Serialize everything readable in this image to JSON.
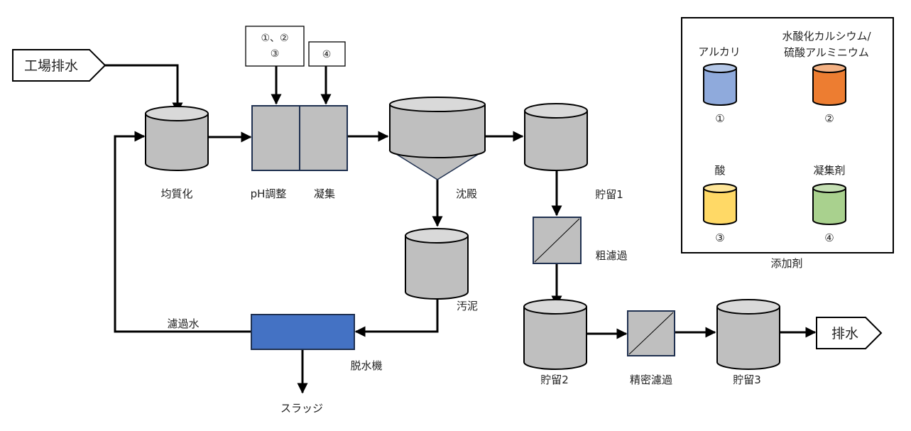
{
  "diagram": {
    "type": "process-flow",
    "title": "排水処理フロー",
    "colors": {
      "tank_fill": "#bfbfbf",
      "tank_top": "#d9d9d9",
      "dehydrator_fill": "#4472c4",
      "alkali": "#8faadc",
      "alkali_top": "#b4c7e7",
      "aluminum": "#ed7d31",
      "aluminum_top": "#f4b183",
      "acid": "#ffd966",
      "acid_top": "#ffe699",
      "coagulant": "#a9d18e",
      "coagulant_top": "#c5e0b4"
    },
    "inputs": {
      "factory_wastewater": "工場排水",
      "discharge": "排水"
    },
    "notes": {
      "ph_additives_line1": "①、②",
      "ph_additives_line2": "③",
      "coagulation_additive": "④"
    },
    "units": {
      "homogenization": "均質化",
      "ph_adjustment": "pH調整",
      "coagulation": "凝集",
      "sedimentation": "沈殿",
      "storage1": "貯留1",
      "coarse_filtration": "粗濾過",
      "sludge": "汚泥",
      "dehydrator": "脱水機",
      "filtrate": "濾過水",
      "sludge_out": "スラッジ",
      "storage2": "貯留2",
      "precision_filtration": "精密濾過",
      "storage3": "貯留3"
    },
    "legend": {
      "title": "添加剤",
      "items": [
        {
          "name_lines": [
            "アルカリ"
          ],
          "number": "①",
          "color_key": "alkali"
        },
        {
          "name_lines": [
            "水酸化カルシウム/",
            "硫酸アルミニウム"
          ],
          "number": "②",
          "color_key": "aluminum"
        },
        {
          "name_lines": [
            "酸"
          ],
          "number": "③",
          "color_key": "acid"
        },
        {
          "name_lines": [
            "凝集剤"
          ],
          "number": "④",
          "color_key": "coagulant"
        }
      ]
    },
    "flows": [
      [
        "工場排水",
        "均質化"
      ],
      [
        "均質化",
        "pH調整"
      ],
      [
        "pH調整",
        "凝集"
      ],
      [
        "凝集",
        "沈殿"
      ],
      [
        "沈殿",
        "貯留1"
      ],
      [
        "沈殿",
        "汚泥"
      ],
      [
        "汚泥",
        "脱水機"
      ],
      [
        "脱水機",
        "スラッジ"
      ],
      [
        "脱水機",
        "均質化"
      ],
      [
        "貯留1",
        "粗濾過"
      ],
      [
        "粗濾過",
        "貯留2"
      ],
      [
        "貯留2",
        "精密濾過"
      ],
      [
        "精密濾過",
        "貯留3"
      ],
      [
        "貯留3",
        "排水"
      ]
    ]
  }
}
